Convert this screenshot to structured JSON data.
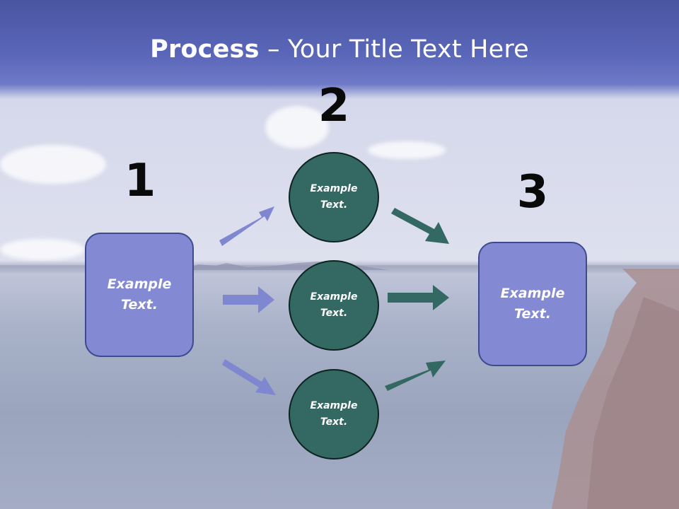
{
  "title": {
    "bold": "Process",
    "rest": " – Your Title Text Here"
  },
  "steps": [
    {
      "number": "1",
      "text": "Example Text."
    },
    {
      "number": "2",
      "text": "Example Text."
    },
    {
      "number": "3",
      "text": "Example Text."
    }
  ],
  "circles": [
    {
      "text": "Example Text."
    },
    {
      "text": "Example Text."
    },
    {
      "text": "Example Text."
    }
  ],
  "colors": {
    "title_band": "#5562b3",
    "box_fill": "#8389d2",
    "box_border": "#3d4a8e",
    "circle_fill": "#336863",
    "circle_border": "#0d2320",
    "arrow_left": "#7f87d0",
    "arrow_right": "#336863"
  }
}
